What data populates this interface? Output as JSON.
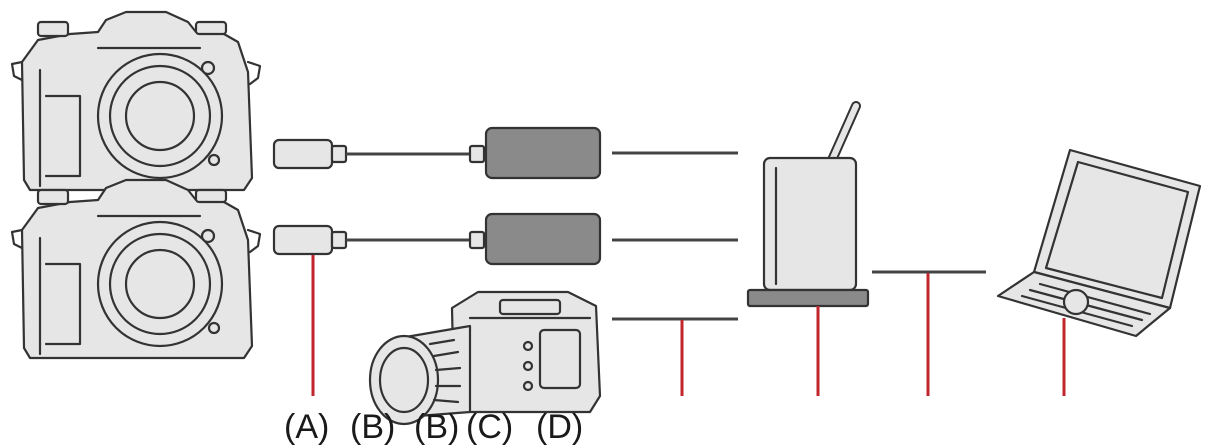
{
  "callouts": {
    "a": "(A)",
    "b1": "(B)",
    "b2": "(B)",
    "c": "(C)",
    "d": "(D)"
  },
  "colors": {
    "leader_line": "#c0262c",
    "device_fill": "#e6e6e6",
    "outline": "#333333"
  },
  "icons": {
    "camera": "mirrorless-camera-icon",
    "cinema_camera": "box-cinema-camera-icon",
    "adapter": "usb-lan-adapter-icon",
    "router": "wireless-router-icon",
    "laptop": "laptop-icon"
  }
}
